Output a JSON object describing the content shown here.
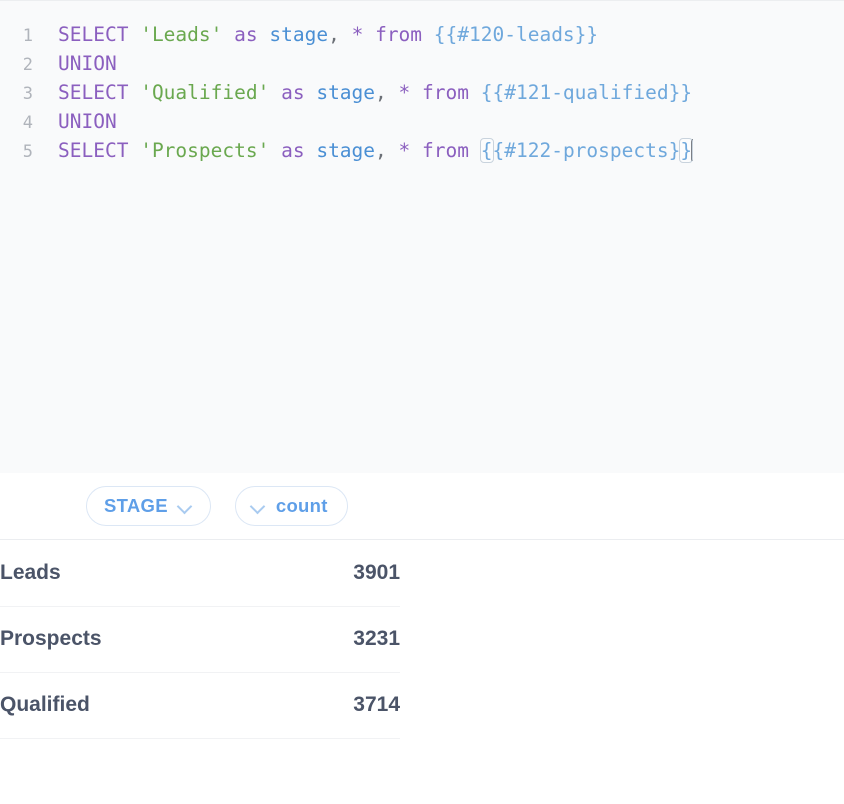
{
  "editor": {
    "language": "sql",
    "cursor_line": 5,
    "lines": [
      {
        "number": "1",
        "tokens": [
          {
            "t": "SELECT",
            "c": "kw"
          },
          {
            "t": " ",
            "c": "plain"
          },
          {
            "t": "'Leads'",
            "c": "str"
          },
          {
            "t": " ",
            "c": "plain"
          },
          {
            "t": "as",
            "c": "kw"
          },
          {
            "t": " ",
            "c": "plain"
          },
          {
            "t": "stage",
            "c": "ident"
          },
          {
            "t": ",",
            "c": "plain"
          },
          {
            "t": " ",
            "c": "plain"
          },
          {
            "t": "*",
            "c": "kw"
          },
          {
            "t": " ",
            "c": "plain"
          },
          {
            "t": "from",
            "c": "kw"
          },
          {
            "t": " ",
            "c": "plain"
          },
          {
            "t": "{{#120-leads}}",
            "c": "tpl"
          }
        ]
      },
      {
        "number": "2",
        "tokens": [
          {
            "t": "UNION",
            "c": "kw"
          }
        ]
      },
      {
        "number": "3",
        "tokens": [
          {
            "t": "SELECT",
            "c": "kw"
          },
          {
            "t": " ",
            "c": "plain"
          },
          {
            "t": "'Qualified'",
            "c": "str"
          },
          {
            "t": " ",
            "c": "plain"
          },
          {
            "t": "as",
            "c": "kw"
          },
          {
            "t": " ",
            "c": "plain"
          },
          {
            "t": "stage",
            "c": "ident"
          },
          {
            "t": ",",
            "c": "plain"
          },
          {
            "t": " ",
            "c": "plain"
          },
          {
            "t": "*",
            "c": "kw"
          },
          {
            "t": " ",
            "c": "plain"
          },
          {
            "t": "from",
            "c": "kw"
          },
          {
            "t": " ",
            "c": "plain"
          },
          {
            "t": "{{#121-qualified}}",
            "c": "tpl"
          }
        ]
      },
      {
        "number": "4",
        "tokens": [
          {
            "t": "UNION",
            "c": "kw"
          }
        ]
      },
      {
        "number": "5",
        "tokens": [
          {
            "t": "SELECT",
            "c": "kw"
          },
          {
            "t": " ",
            "c": "plain"
          },
          {
            "t": "'Prospects'",
            "c": "str"
          },
          {
            "t": " ",
            "c": "plain"
          },
          {
            "t": "as",
            "c": "kw"
          },
          {
            "t": " ",
            "c": "plain"
          },
          {
            "t": "stage",
            "c": "ident"
          },
          {
            "t": ",",
            "c": "plain"
          },
          {
            "t": " ",
            "c": "plain"
          },
          {
            "t": "*",
            "c": "kw"
          },
          {
            "t": " ",
            "c": "plain"
          },
          {
            "t": "from",
            "c": "kw"
          },
          {
            "t": " ",
            "c": "plain"
          },
          {
            "t": "{",
            "c": "brmatch"
          },
          {
            "t": "{#122-prospects}",
            "c": "tpl"
          },
          {
            "t": "}",
            "c": "brmatch"
          },
          {
            "t": "",
            "c": "caret"
          }
        ]
      }
    ]
  },
  "results": {
    "columns": [
      {
        "label": "STAGE",
        "sort_icon": "chevron-down-icon",
        "icon_side": "right",
        "align": "left"
      },
      {
        "label": "count",
        "sort_icon": "chevron-down-icon",
        "icon_side": "left",
        "align": "right"
      }
    ],
    "rows": [
      {
        "stage": "Leads",
        "count": "3901"
      },
      {
        "stage": "Prospects",
        "count": "3231"
      },
      {
        "stage": "Qualified",
        "count": "3714"
      }
    ]
  },
  "colors": {
    "editor_background": "#f9fafb",
    "keyword": "#8b5fbf",
    "string": "#6aa84f",
    "identifier": "#4a8fd4",
    "template_tag": "#6fa8dc",
    "column_header": "#5f9fe8",
    "table_text": "#4b5468"
  }
}
